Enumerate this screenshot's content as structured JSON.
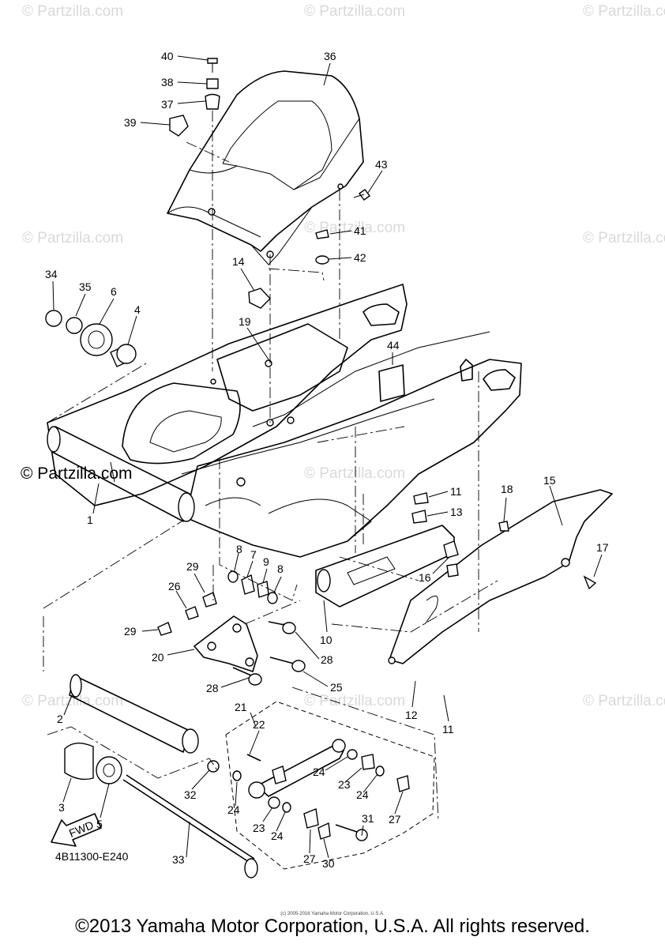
{
  "watermark": "© Partzilla.com",
  "diagram_code": "4B11300-E240",
  "fwd_label": "FWD",
  "tiny_copyright": "(c) 2005-2016 Yamaha Motor Corporation, U.S.A.",
  "copyright": "©2013 Yamaha Motor Corporation, U.S.A. All rights reserved.",
  "callouts": [
    {
      "id": "c1",
      "text": "1"
    },
    {
      "id": "c2",
      "text": "2"
    },
    {
      "id": "c3",
      "text": "3"
    },
    {
      "id": "c4",
      "text": "4"
    },
    {
      "id": "c5",
      "text": "5"
    },
    {
      "id": "c6",
      "text": "6"
    },
    {
      "id": "c7",
      "text": "7"
    },
    {
      "id": "c8a",
      "text": "8"
    },
    {
      "id": "c8b",
      "text": "8"
    },
    {
      "id": "c9",
      "text": "9"
    },
    {
      "id": "c10",
      "text": "10"
    },
    {
      "id": "c11a",
      "text": "11"
    },
    {
      "id": "c11b",
      "text": "11"
    },
    {
      "id": "c12",
      "text": "12"
    },
    {
      "id": "c13",
      "text": "13"
    },
    {
      "id": "c14",
      "text": "14"
    },
    {
      "id": "c15",
      "text": "15"
    },
    {
      "id": "c16",
      "text": "16"
    },
    {
      "id": "c17",
      "text": "17"
    },
    {
      "id": "c18",
      "text": "18"
    },
    {
      "id": "c19",
      "text": "19"
    },
    {
      "id": "c20",
      "text": "20"
    },
    {
      "id": "c21",
      "text": "21"
    },
    {
      "id": "c22",
      "text": "22"
    },
    {
      "id": "c23a",
      "text": "23"
    },
    {
      "id": "c23b",
      "text": "23"
    },
    {
      "id": "c24a",
      "text": "24"
    },
    {
      "id": "c24b",
      "text": "24"
    },
    {
      "id": "c24c",
      "text": "24"
    },
    {
      "id": "c24d",
      "text": "24"
    },
    {
      "id": "c25",
      "text": "25"
    },
    {
      "id": "c26",
      "text": "26"
    },
    {
      "id": "c27a",
      "text": "27"
    },
    {
      "id": "c27b",
      "text": "27"
    },
    {
      "id": "c28a",
      "text": "28"
    },
    {
      "id": "c28b",
      "text": "28"
    },
    {
      "id": "c29a",
      "text": "29"
    },
    {
      "id": "c29b",
      "text": "29"
    },
    {
      "id": "c30",
      "text": "30"
    },
    {
      "id": "c31",
      "text": "31"
    },
    {
      "id": "c32",
      "text": "32"
    },
    {
      "id": "c33",
      "text": "33"
    },
    {
      "id": "c34",
      "text": "34"
    },
    {
      "id": "c35",
      "text": "35"
    },
    {
      "id": "c36",
      "text": "36"
    },
    {
      "id": "c37",
      "text": "37"
    },
    {
      "id": "c38",
      "text": "38"
    },
    {
      "id": "c39",
      "text": "39"
    },
    {
      "id": "c40",
      "text": "40"
    },
    {
      "id": "c41",
      "text": "41"
    },
    {
      "id": "c42",
      "text": "42"
    },
    {
      "id": "c43",
      "text": "43"
    },
    {
      "id": "c44",
      "text": "44"
    }
  ]
}
